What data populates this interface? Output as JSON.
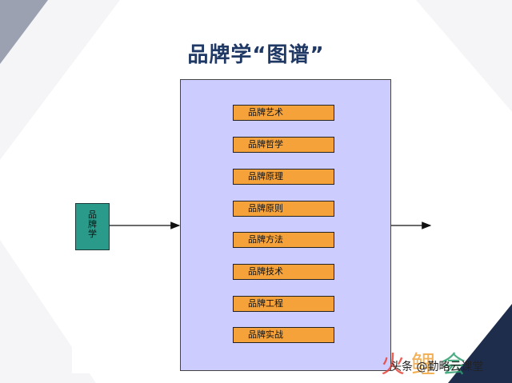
{
  "title": "品牌学“图谱”",
  "source_label": "品牌学",
  "items": [
    "品牌艺术",
    "品牌哲学",
    "品牌原理",
    "品牌原则",
    "品牌方法",
    "品牌技术",
    "品牌工程",
    "品牌实战"
  ],
  "watermark": {
    "text": "头条 @勤略云课堂"
  },
  "colors": {
    "title": "#1f3864",
    "main_box": "#ccccff",
    "item_fill": "#f5a23a",
    "source_fill": "#2a9a8a",
    "bg_triangles": "#1f2d4d"
  }
}
